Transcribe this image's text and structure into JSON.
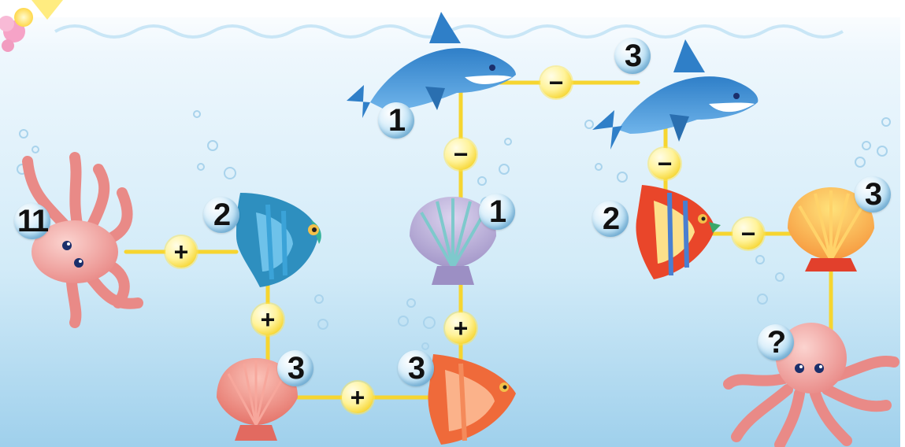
{
  "numbers": {
    "octopus_left": "11",
    "fish_blue": "2",
    "shell_pink": "3",
    "fish_orange_bottom": "3",
    "shell_purple": "1",
    "dolphin_left": "1",
    "dolphin_right": "3",
    "fish_red": "2",
    "shell_orange": "3",
    "octopus_right": "?"
  },
  "operators": {
    "op_octopus_fish": "+",
    "op_fish_shell": "+",
    "op_shell_fish": "+",
    "op_fish_shell_purple": "+",
    "op_shell_dolphin": "−",
    "op_dolphin_dolphin": "−",
    "op_dolphin_fish": "−",
    "op_fish_shell_orange": "−"
  },
  "colors": {
    "water_top": "#ffffff",
    "water_bottom": "#9fd0ec",
    "connector": "#f6d530"
  }
}
